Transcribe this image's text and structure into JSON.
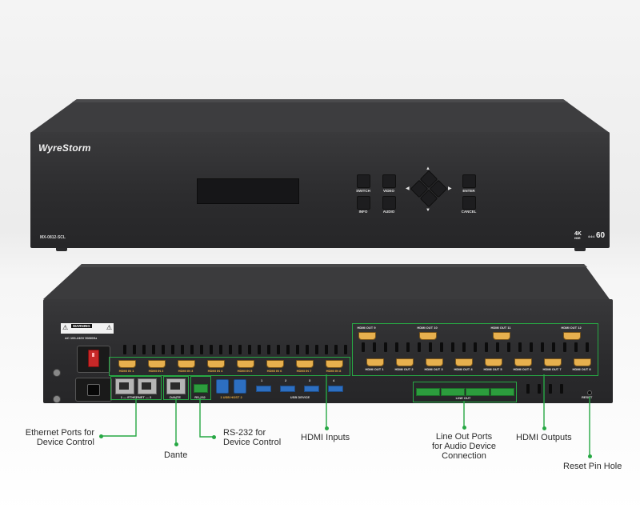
{
  "front": {
    "logo": "WyreStorm",
    "model": "MX-0812-SCL",
    "buttons": [
      "SWITCH",
      "VIDEO",
      "INFO",
      "AUDIO",
      "ENTER",
      "CANCEL"
    ],
    "badge": {
      "res": "4K",
      "hdr": "HDR",
      "small": "4:4:4",
      "rate": "60"
    }
  },
  "rear": {
    "warning": "WARNING",
    "power_rating": "AC 100-240V 50/60Hz",
    "hdmi_inputs": [
      "HDMI IN 1",
      "HDMI IN 2",
      "HDMI IN 3",
      "HDMI IN 4",
      "HDMI IN 5",
      "HDMI IN 6",
      "HDMI IN 7",
      "HDMI IN 8"
    ],
    "hdmi_outputs_top": [
      "HDMI OUT 9",
      "HDMI OUT 10",
      "HDMI OUT 11",
      "HDMI OUT 12"
    ],
    "hdmi_outputs_bottom": [
      "HDMI OUT 1",
      "HDMI OUT 2",
      "HDMI OUT 3",
      "HDMI OUT 4",
      "HDMI OUT 5",
      "HDMI OUT 6",
      "HDMI OUT 7",
      "HDMI OUT 8"
    ],
    "ethernet_label": "1 — ETHERNET — 2",
    "dante_label": "DANTE",
    "rs232_label": "RS-232",
    "usb_host_label": "1 USB HOST 2",
    "usb_device_label": "USB DEVICE",
    "usb_device_numbers": [
      "1",
      "2",
      "3",
      "4"
    ],
    "line_out_label": "LINE OUT",
    "reset_label": "RESET"
  },
  "callouts": {
    "ethernet": "Ethernet Ports for\nDevice Control",
    "dante": "Dante",
    "rs232": "RS-232 for\nDevice Control",
    "hdmi_inputs": "HDMI Inputs",
    "line_out": "Line Out Ports\nfor Audio Device\nConnection",
    "hdmi_outputs": "HDMI Outputs",
    "reset": "Reset Pin Hole"
  },
  "colors": {
    "accent": "#27a844",
    "chassis": "#2e2e30",
    "hdmi_gold": "#e7b04e",
    "usb_blue": "#2d6fc1"
  }
}
